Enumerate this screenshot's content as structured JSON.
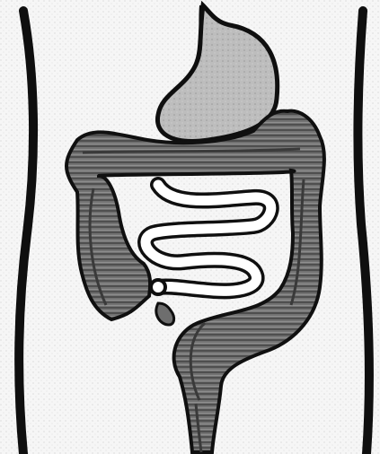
{
  "image": {
    "subject": "abdominal-anatomy-illustration",
    "style": "grayscale-hatched-drawing",
    "labels": []
  },
  "colors": {
    "background": "#f6f6f6",
    "outline": "#0f0f0f",
    "stomach_fill": "#b9b9b9",
    "colon_fill": "#6e6e6e",
    "colon_stripe": "#4a4a4a",
    "small_intestine_fill": "#ffffff"
  },
  "parts": [
    "left-body-outline",
    "right-body-outline",
    "esophagus",
    "stomach",
    "transverse-colon",
    "ascending-colon",
    "descending-colon",
    "sigmoid-colon",
    "rectum",
    "small-intestine",
    "appendix"
  ]
}
